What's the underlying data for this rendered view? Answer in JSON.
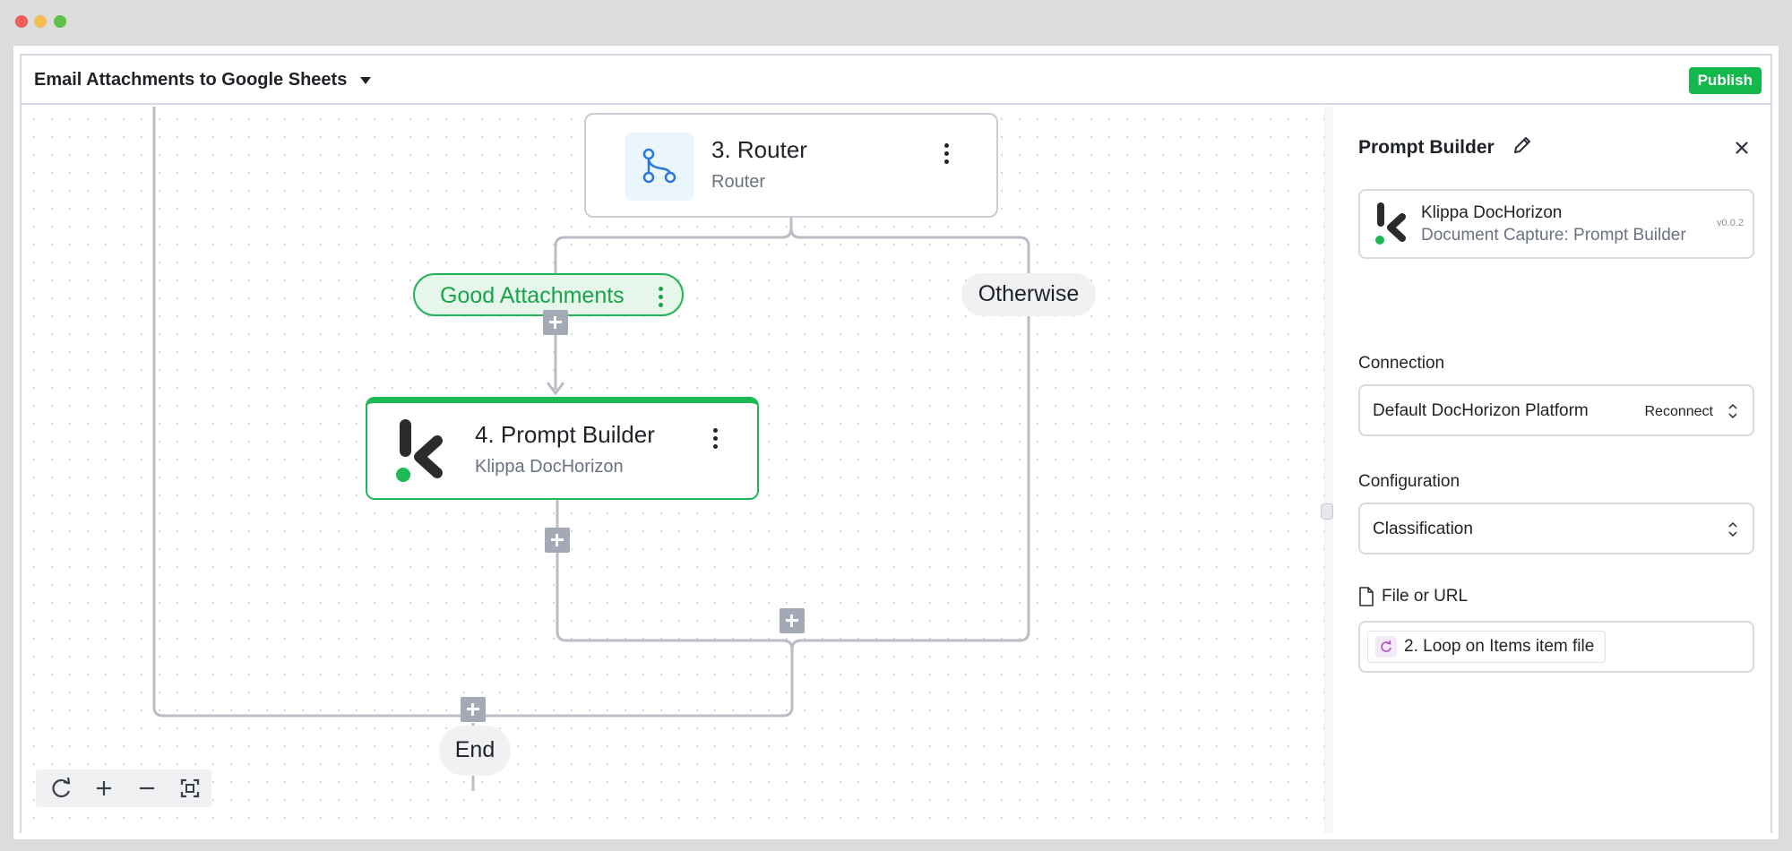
{
  "window": {
    "flow_title": "Email Attachments to Google Sheets",
    "publish_label": "Publish"
  },
  "canvas": {
    "router_node": {
      "title": "3. Router",
      "subtitle": "Router"
    },
    "branches": {
      "good": "Good Attachments",
      "otherwise": "Otherwise"
    },
    "prompt_node": {
      "title": "4. Prompt Builder",
      "subtitle": "Klippa DocHorizon"
    },
    "end_label": "End",
    "zoom_controls": [
      "reset-icon",
      "zoom-in-icon",
      "zoom-out-icon",
      "fit-view-icon"
    ]
  },
  "panel": {
    "title": "Prompt Builder",
    "app_card": {
      "app_name": "Klippa DocHorizon",
      "action": "Document Capture: Prompt Builder",
      "version": "v0.0.2"
    },
    "connection": {
      "label": "Connection",
      "value": "Default DocHorizon Platform",
      "reconnect_label": "Reconnect"
    },
    "configuration": {
      "label": "Configuration",
      "value": "Classification"
    },
    "file_or_url": {
      "label": "File or URL",
      "chip": "2. Loop on Items item file"
    }
  },
  "colors": {
    "accent_green": "#12b84a",
    "node_border": "#c8ccd4",
    "wire": "#b9bdc4",
    "plus_button": "#a3a9b5"
  }
}
